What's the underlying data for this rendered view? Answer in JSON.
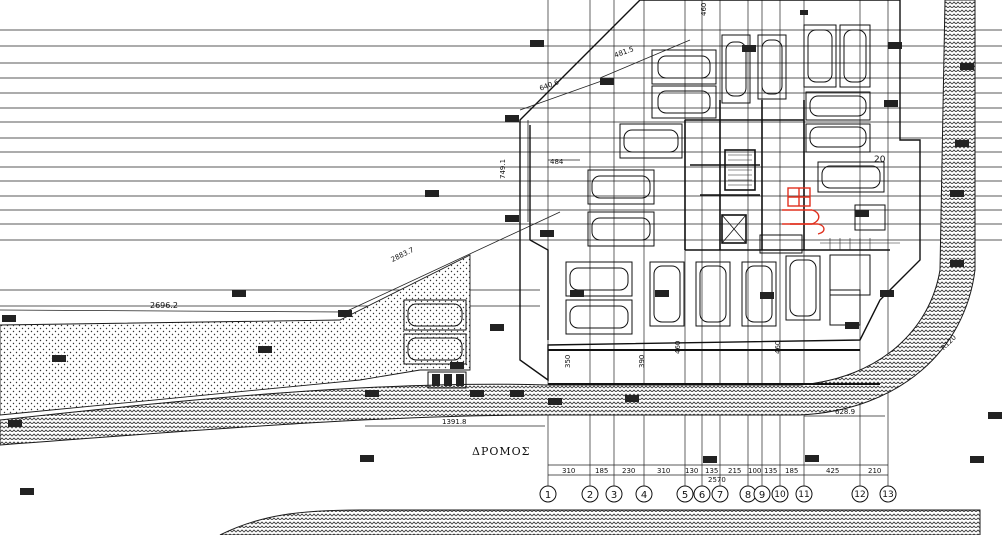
{
  "road_label": "ΔΡΟΜΟΣ",
  "dimensions": {
    "top_left": "2696.2",
    "diag_long": "2883.7",
    "diag_small": "640.6",
    "diag_right": "481.5",
    "left_vertical": "749.1",
    "short_484": "484",
    "bottom_left": "1391.8",
    "bottom_right": "628.9",
    "total_width": "2570",
    "radius_label": "R120",
    "room_number": "20",
    "v350": "350",
    "v390": "390",
    "v460": "460",
    "v460b": "460",
    "v460c": "460"
  },
  "spacing_labels": [
    "310",
    "185",
    "230",
    "310",
    "130",
    "135",
    "215",
    "100",
    "135",
    "185",
    "425",
    "210"
  ],
  "grid_axes": [
    "1",
    "2",
    "3",
    "4",
    "5",
    "6",
    "7",
    "8",
    "9",
    "10",
    "11",
    "12",
    "13"
  ],
  "colors": {
    "line": "#1a1a1a",
    "hatch": "#555555",
    "accent": "#e0301e",
    "grid": "#222222"
  }
}
